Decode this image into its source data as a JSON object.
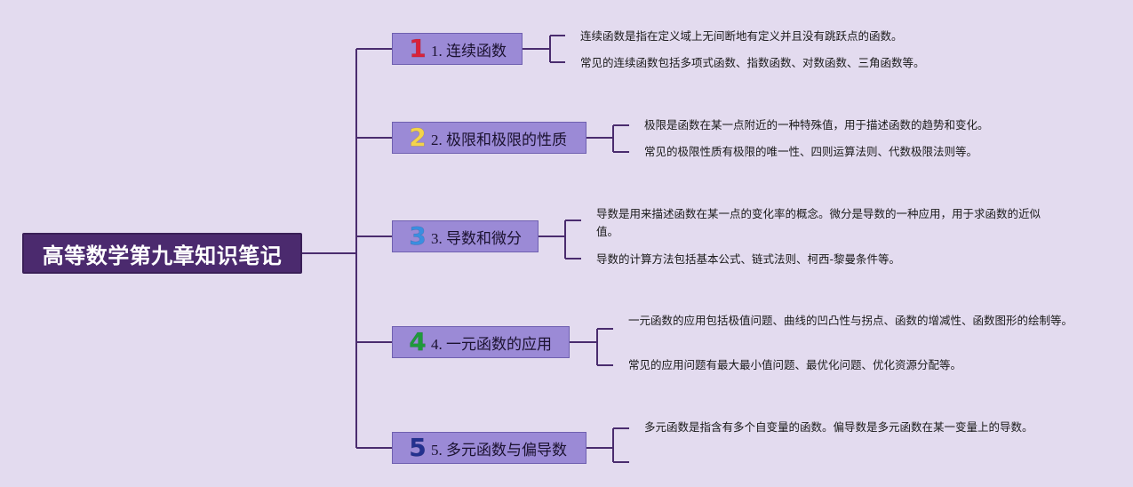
{
  "root": {
    "title": "高等数学第九章知识笔记"
  },
  "topics": [
    {
      "number": "1",
      "number_color": "#d9223a",
      "label": "1. 连续函数",
      "details": [
        "连续函数是指在定义域上无间断地有定义并且没有跳跃点的函数。",
        "常见的连续函数包括多项式函数、指数函数、对数函数、三角函数等。"
      ]
    },
    {
      "number": "2",
      "number_color": "#f4d44a",
      "label": "2. 极限和极限的性质",
      "details": [
        "极限是函数在某一点附近的一种特殊值，用于描述函数的趋势和变化。",
        "常见的极限性质有极限的唯一性、四则运算法则、代数极限法则等。"
      ]
    },
    {
      "number": "3",
      "number_color": "#3a8ee0",
      "label": "3. 导数和微分",
      "details": [
        "导数是用来描述函数在某一点的变化率的概念。微分是导数的一种应用，用于求函数的近似值。",
        "导数的计算方法包括基本公式、链式法则、柯西-黎曼条件等。"
      ]
    },
    {
      "number": "4",
      "number_color": "#1f9a3a",
      "label": "4. 一元函数的应用",
      "details": [
        "一元函数的应用包括极值问题、曲线的凹凸性与拐点、函数的增减性、函数图形的绘制等。",
        "常见的应用问题有最大最小值问题、最优化问题、优化资源分配等。"
      ]
    },
    {
      "number": "5",
      "number_color": "#23318f",
      "label": "5. 多元函数与偏导数",
      "details": [
        "多元函数是指含有多个自变量的函数。偏导数是多元函数在某一变量上的导数。",
        ""
      ]
    }
  ],
  "colors": {
    "background": "#e3dbef",
    "root_fill": "#4b2a6e",
    "topic_fill": "#9b8ad6",
    "connector": "#4a2c6e"
  }
}
